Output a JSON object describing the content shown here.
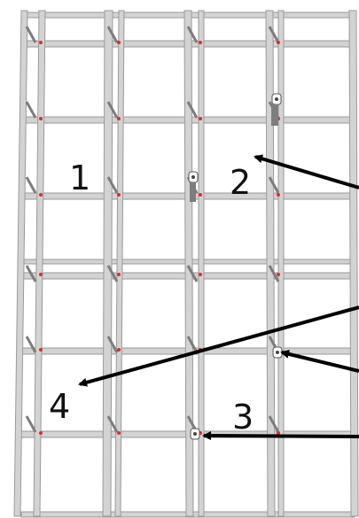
{
  "labels": [
    {
      "id": "1",
      "text": "1"
    },
    {
      "id": "2",
      "text": "2"
    },
    {
      "id": "3",
      "text": "3"
    },
    {
      "id": "4",
      "text": "4"
    }
  ],
  "colors": {
    "frame": "#d3d3d3",
    "frame_edge": "#9a9a9a",
    "frame_dark": "#7d7d7d",
    "joint": "#d9302a",
    "arrow": "#000000"
  }
}
